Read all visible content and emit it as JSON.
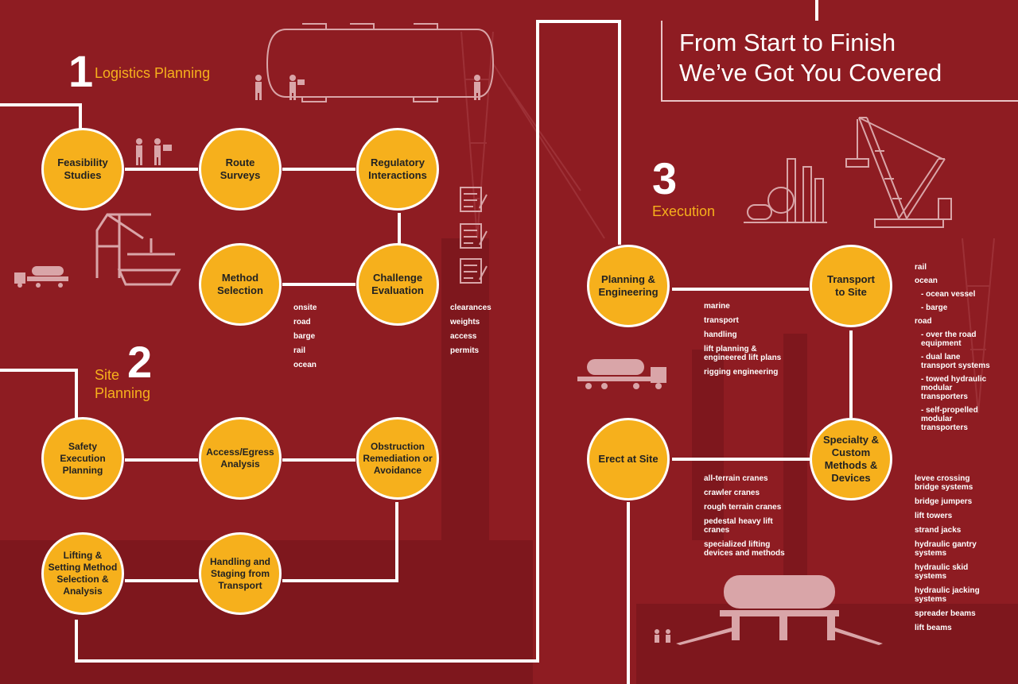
{
  "headline": {
    "line1": "From Start to Finish",
    "line2": "We’ve Got You Covered"
  },
  "sections": [
    {
      "number": "1",
      "title": "Logistics Planning"
    },
    {
      "number": "2",
      "title": "Site\nPlanning"
    },
    {
      "number": "3",
      "title": "Execution"
    }
  ],
  "nodes": {
    "feasibility": "Feasibility\nStudies",
    "route_surveys": "Route\nSurveys",
    "regulatory": "Regulatory\nInteractions",
    "method_selection": "Method\nSelection",
    "challenge_evaluation": "Challenge\nEvaluation",
    "safety_execution": "Safety\nExecution\nPlanning",
    "access_egress": "Access/Egress\nAnalysis",
    "obstruction": "Obstruction\nRemediation or\nAvoidance",
    "lifting_rigging": "Lifting &\nSetting Method\nSelection &\nAnalysis",
    "handling_staging": "Handling and\nStaging from\nTransport",
    "planning_engineering": "Planning &\nEngineering",
    "transport_to_site": "Transport\nto Site",
    "erect_at_site": "Erect at Site",
    "specialty_methods": "Specialty &\nCustom\nMethods &\nDevices"
  },
  "lists": {
    "method_options": [
      "onsite",
      "road",
      "barge",
      "rail",
      "ocean"
    ],
    "challenge_items": [
      "clearances",
      "weights",
      "access",
      "permits"
    ],
    "planning_engineering_items": [
      "marine",
      "transport",
      "handling",
      "lift planning &\nengineered lift plans",
      "rigging engineering"
    ],
    "transport_items": [
      "rail",
      "ocean",
      "- ocean vessel",
      "- barge",
      "road",
      "- over the road\n  equipment",
      "- dual lane\n  transport systems",
      "- towed hydraulic\n  modular\n  transporters",
      "- self-propelled\n  modular\n  transporters"
    ],
    "erect_items": [
      "all-terrain cranes",
      "crawler cranes",
      "rough terrain cranes",
      "pedestal heavy lift\ncranes",
      "specialized lifting\ndevices and methods"
    ],
    "specialty_items": [
      "levee crossing\nbridge systems",
      "bridge jumpers",
      "lift towers",
      "strand jacks",
      "hydraulic gantry\nsystems",
      "hydraulic skid\nsystems",
      "hydraulic jacking\nsystems",
      "spreader beams",
      "lift beams"
    ]
  },
  "colors": {
    "background": "#8e1c22",
    "node_fill": "#f6b01c",
    "line": "#ffffff",
    "accent_text": "#f6b01c",
    "icon": "#d9a5a8"
  },
  "icons": [
    "workers-icon",
    "gantry-crane-ship-icon",
    "truck-tank-icon",
    "checklist-icon",
    "refinery-icon",
    "crawler-crane-icon",
    "transport-truck-icon",
    "module-on-bridge-icon",
    "tank-vessel-icon"
  ]
}
